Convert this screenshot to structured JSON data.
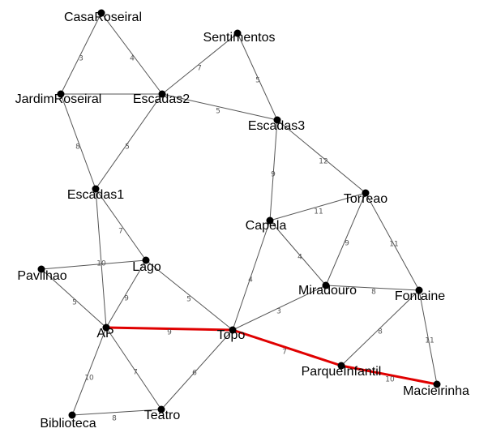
{
  "graph": {
    "highlight_color": "#e00000",
    "edge_color": "#555555",
    "node_color": "#000000",
    "nodes": [
      {
        "id": "CasaRoseiral",
        "label": "CasaRoseiral"
      },
      {
        "id": "Sentimentos",
        "label": "Sentimentos"
      },
      {
        "id": "JardimRoseiral",
        "label": "JardimRoseiral"
      },
      {
        "id": "Escadas2",
        "label": "Escadas2"
      },
      {
        "id": "Escadas3",
        "label": "Escadas3"
      },
      {
        "id": "Escadas1",
        "label": "Escadas1"
      },
      {
        "id": "Torreao",
        "label": "Torreao"
      },
      {
        "id": "Capela",
        "label": "Capela"
      },
      {
        "id": "Pavilhao",
        "label": "Pavilhao"
      },
      {
        "id": "Lago",
        "label": "Lago"
      },
      {
        "id": "Miradouro",
        "label": "Miradouro"
      },
      {
        "id": "Fontaine",
        "label": "Fontaine"
      },
      {
        "id": "AP",
        "label": "AP"
      },
      {
        "id": "Topo",
        "label": "Topo"
      },
      {
        "id": "ParqueInfantil",
        "label": "ParqueInfantil"
      },
      {
        "id": "Macieirinha",
        "label": "Macieirinha"
      },
      {
        "id": "Biblioteca",
        "label": "Biblioteca"
      },
      {
        "id": "Teatro",
        "label": "Teatro"
      }
    ],
    "edges": [
      {
        "from": "CasaRoseiral",
        "to": "JardimRoseiral",
        "weight": "3",
        "highlight": false
      },
      {
        "from": "CasaRoseiral",
        "to": "Escadas2",
        "weight": "4",
        "highlight": false
      },
      {
        "from": "Sentimentos",
        "to": "Escadas2",
        "weight": "7",
        "highlight": false
      },
      {
        "from": "Sentimentos",
        "to": "Escadas3",
        "weight": "5",
        "highlight": false
      },
      {
        "from": "JardimRoseiral",
        "to": "Escadas2",
        "weight": "",
        "highlight": false
      },
      {
        "from": "Escadas2",
        "to": "Escadas3",
        "weight": "5",
        "highlight": false
      },
      {
        "from": "JardimRoseiral",
        "to": "Escadas1",
        "weight": "8",
        "highlight": false
      },
      {
        "from": "Escadas2",
        "to": "Escadas1",
        "weight": "5",
        "highlight": false
      },
      {
        "from": "Escadas3",
        "to": "Torreao",
        "weight": "12",
        "highlight": false
      },
      {
        "from": "Escadas3",
        "to": "Capela",
        "weight": "9",
        "highlight": false
      },
      {
        "from": "Capela",
        "to": "Torreao",
        "weight": "11",
        "highlight": false
      },
      {
        "from": "Escadas1",
        "to": "Lago",
        "weight": "7",
        "highlight": false
      },
      {
        "from": "Escadas1",
        "to": "AP",
        "weight": "",
        "highlight": false
      },
      {
        "from": "Pavilhao",
        "to": "Lago",
        "weight": "10",
        "highlight": false
      },
      {
        "from": "Pavilhao",
        "to": "AP",
        "weight": "5",
        "highlight": false
      },
      {
        "from": "Lago",
        "to": "AP",
        "weight": "9",
        "highlight": false
      },
      {
        "from": "Lago",
        "to": "Topo",
        "weight": "5",
        "highlight": false
      },
      {
        "from": "Capela",
        "to": "Miradouro",
        "weight": "4",
        "highlight": false
      },
      {
        "from": "Torreao",
        "to": "Miradouro",
        "weight": "9",
        "highlight": false
      },
      {
        "from": "Torreao",
        "to": "Fontaine",
        "weight": "11",
        "highlight": false
      },
      {
        "from": "Miradouro",
        "to": "Fontaine",
        "weight": "8",
        "highlight": false
      },
      {
        "from": "Capela",
        "to": "Topo",
        "weight": "4",
        "highlight": false
      },
      {
        "from": "Miradouro",
        "to": "Topo",
        "weight": "3",
        "highlight": false
      },
      {
        "from": "AP",
        "to": "Topo",
        "weight": "9",
        "highlight": true
      },
      {
        "from": "Topo",
        "to": "ParqueInfantil",
        "weight": "7",
        "highlight": true
      },
      {
        "from": "ParqueInfantil",
        "to": "Macieirinha",
        "weight": "10",
        "highlight": true
      },
      {
        "from": "Fontaine",
        "to": "ParqueInfantil",
        "weight": "8",
        "highlight": false
      },
      {
        "from": "Fontaine",
        "to": "Macieirinha",
        "weight": "11",
        "highlight": false
      },
      {
        "from": "AP",
        "to": "Biblioteca",
        "weight": "10",
        "highlight": false
      },
      {
        "from": "AP",
        "to": "Teatro",
        "weight": "7",
        "highlight": false
      },
      {
        "from": "Topo",
        "to": "Teatro",
        "weight": "6",
        "highlight": false
      },
      {
        "from": "Biblioteca",
        "to": "Teatro",
        "weight": "8",
        "highlight": false
      }
    ]
  }
}
